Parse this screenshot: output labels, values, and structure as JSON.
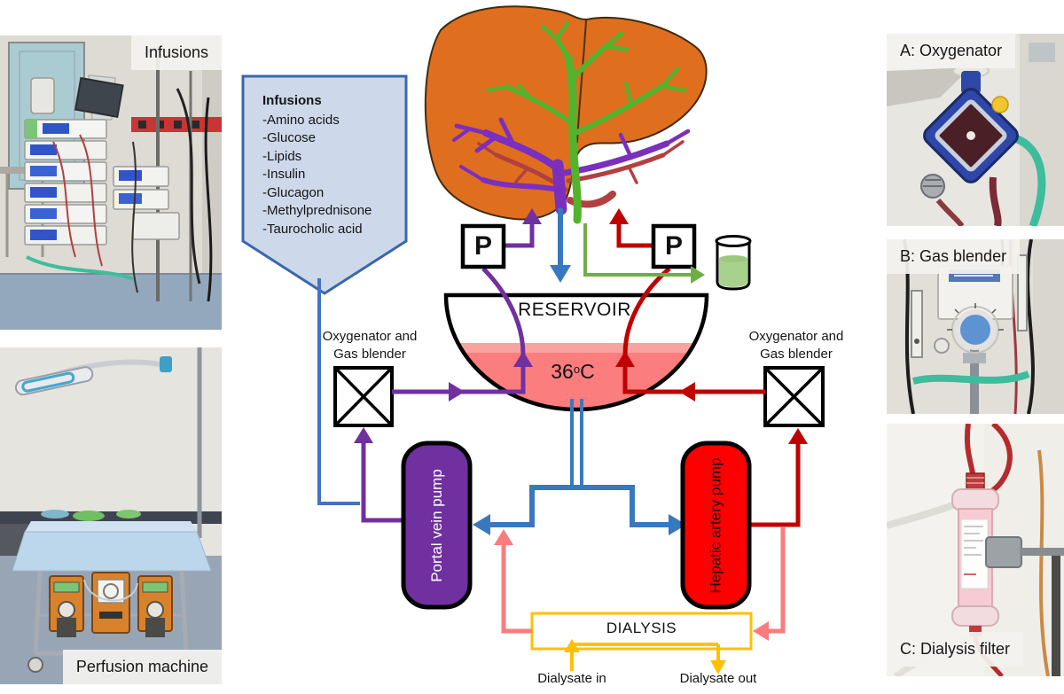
{
  "figure": {
    "photos": {
      "infusions": "Infusions",
      "perfusion": "Perfusion machine",
      "oxygenator": "A: Oxygenator",
      "gas_blender": "B: Gas blender",
      "dialysis_filter": "C: Dialysis filter"
    },
    "infusions_box": {
      "title": "Infusions",
      "items": [
        "-Amino acids",
        "-Glucose",
        "-Lipids",
        "-Insulin",
        "-Glucagon",
        "-Methylprednisone",
        "-Taurocholic acid"
      ]
    },
    "labels": {
      "oxygenator_left_1": "Oxygenator and",
      "oxygenator_left_2": "Gas blender",
      "oxygenator_right_1": "Oxygenator and",
      "oxygenator_right_2": "Gas blender",
      "reservoir": "RESERVOIR",
      "temp_value": "36",
      "temp_sup": "o",
      "temp_unit": "C",
      "pressure": "P",
      "portal_pump": "Portal vein pump",
      "hepatic_pump": "Hepatic artery pump",
      "dialysis": "DIALYSIS",
      "dialysate_in": "Dialysate in",
      "dialysate_out": "Dialysate out"
    },
    "colors": {
      "portal_vein": "#7030A0",
      "hepatic_artery": "#C00000",
      "pump_red": "#FF0000",
      "perfusate_blue": "#3878BE",
      "infusion_blue": "#4472C4",
      "dialysis_yellow": "#FFC000",
      "dialysate_pink": "#F97D7D",
      "bile_green": "#70AD47",
      "reservoir_fluid": "#FB7D7D",
      "liver_orange": "#E06E1F",
      "infusion_bag_fill": "#CDD9EA"
    }
  }
}
